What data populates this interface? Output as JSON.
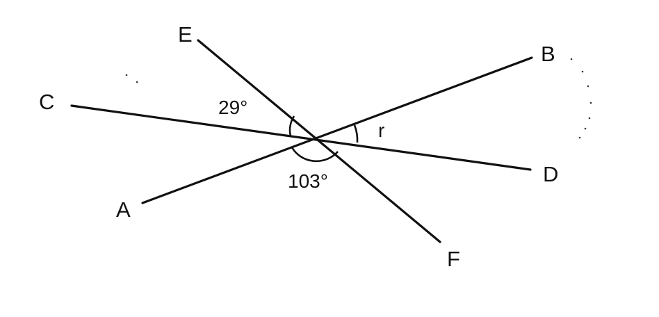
{
  "points": {
    "A": "A",
    "B": "B",
    "C": "C",
    "D": "D",
    "E": "E",
    "F": "F"
  },
  "angles": {
    "angle_ceo": "29°",
    "angle_bottom": "103°",
    "angle_r": "r"
  },
  "colors": {
    "ink": "#111111",
    "background": "#ffffff"
  }
}
